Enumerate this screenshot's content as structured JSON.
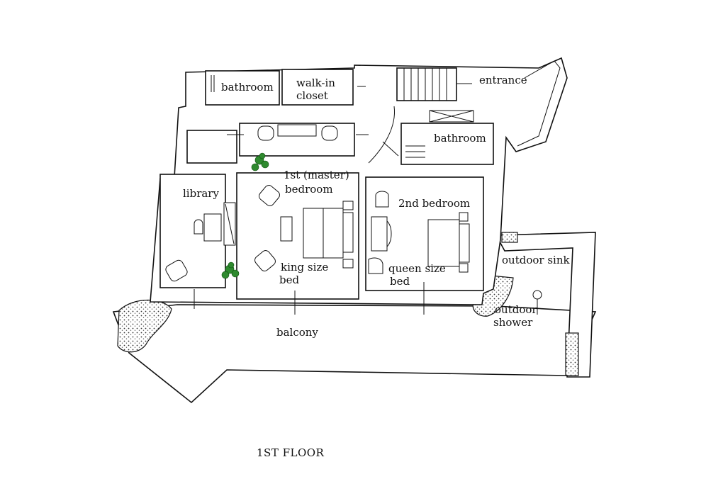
{
  "floor_caption": "1ST FLOOR",
  "rooms": {
    "bathroom_top": "bathroom",
    "walk_in_closet_line1": "walk-in",
    "walk_in_closet_line2": "closet",
    "entrance": "entrance",
    "bathroom_right": "bathroom",
    "master_line1": "1st (master)",
    "master_line2": "bedroom",
    "library": "library",
    "second_bedroom": "2nd bedroom",
    "outdoor_sink": "outdoor sink",
    "king_line1": "king size",
    "king_line2": "bed",
    "queen_line1": "queen size",
    "queen_line2": "bed",
    "outdoor_shower_line1": "outdoor",
    "outdoor_shower_line2": "shower",
    "balcony": "balcony"
  }
}
